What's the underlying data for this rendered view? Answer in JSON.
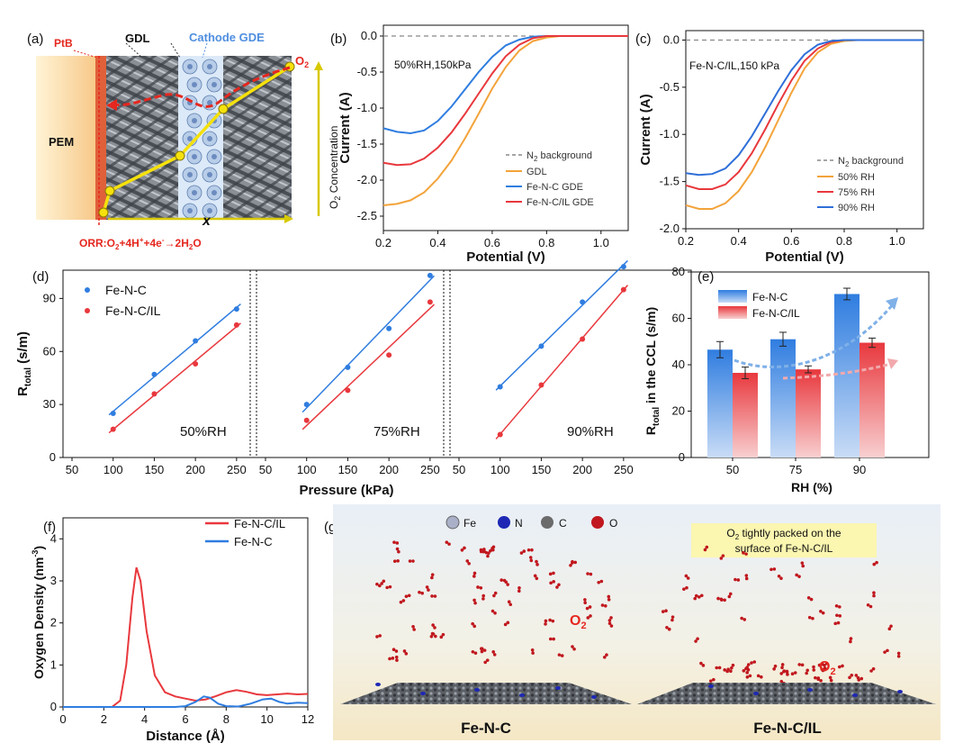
{
  "panels": {
    "a": {
      "letter": "(a)",
      "labels": {
        "ptb": "PtB",
        "gdl": "GDL",
        "cathode": "Cathode GDE",
        "pem": "PEM",
        "o2": "O",
        "o2_sub": "2",
        "x": "x",
        "conc": "O",
        "conc_sub": "2",
        "conc_rest": " Concentration",
        "orr": "ORR:O",
        "orr_1": "2",
        "orr_2": "+4H",
        "orr_3": "+",
        "orr_4": "+4e",
        "orr_5": "-",
        "orr_6": "→2H",
        "orr_7": "2",
        "orr_8": "O"
      },
      "colors": {
        "red": "#e5271f",
        "yellow": "#f5e10c",
        "blue": "#4f8fe0"
      }
    },
    "b": {
      "letter": "(b)",
      "annotation": "50%RH,150kPa"
    },
    "c": {
      "letter": "(c)",
      "annotation": "Fe-N-C/IL,150 kPa"
    },
    "d": {
      "letter": "(d)"
    },
    "e": {
      "letter": "(e)"
    },
    "f": {
      "letter": "(f)"
    },
    "g": {
      "letter": "(g)",
      "atoms": [
        {
          "name": "Fe",
          "color": "#aab0c8"
        },
        {
          "name": "N",
          "color": "#1e28b4"
        },
        {
          "name": "C",
          "color": "#6b6b6b"
        },
        {
          "name": "O",
          "color": "#c0181e"
        }
      ],
      "o2_label": "O",
      "o2_sub": "2",
      "callout_line1_a": "O",
      "callout_line1_sub": "2",
      "callout_line1_b": " tightly packed on the",
      "callout_line2": "surface of Fe-N-C/IL",
      "left_caption": "Fe-N-C",
      "right_caption": "Fe-N-C/IL"
    }
  },
  "chart_data": [
    {
      "id": "b",
      "type": "line",
      "xlabel": "Potential (V)",
      "ylabel": "Current (A)",
      "xlim": [
        0.2,
        1.1
      ],
      "ylim": [
        -2.7,
        0.15
      ],
      "xticks": [
        "0.2",
        "0.4",
        "0.6",
        "0.8",
        "1.0"
      ],
      "yticks": [
        "0.0",
        "-0.5",
        "-1.0",
        "-1.5",
        "-2.0",
        "-2.5"
      ],
      "series": [
        {
          "name": "N₂ background",
          "color": "#888888",
          "dashed": true,
          "x": [
            0.2,
            1.1
          ],
          "y": [
            0.0,
            0.0
          ]
        },
        {
          "name": "GDL",
          "color": "#f3a33a",
          "x": [
            0.2,
            0.25,
            0.3,
            0.35,
            0.4,
            0.45,
            0.5,
            0.55,
            0.6,
            0.65,
            0.7,
            0.75,
            0.8,
            0.85,
            0.9,
            1.0,
            1.1
          ],
          "y": [
            -2.35,
            -2.33,
            -2.28,
            -2.17,
            -1.98,
            -1.73,
            -1.42,
            -1.08,
            -0.73,
            -0.43,
            -0.2,
            -0.07,
            -0.02,
            0,
            0,
            0,
            0
          ]
        },
        {
          "name": "Fe-N-C GDE",
          "color": "#2f7de0",
          "x": [
            0.2,
            0.25,
            0.3,
            0.35,
            0.4,
            0.45,
            0.5,
            0.55,
            0.6,
            0.65,
            0.7,
            0.75,
            0.8,
            0.85,
            0.9,
            1.0,
            1.1
          ],
          "y": [
            -1.28,
            -1.33,
            -1.35,
            -1.31,
            -1.18,
            -0.98,
            -0.74,
            -0.5,
            -0.29,
            -0.13,
            -0.05,
            -0.01,
            0,
            0,
            0,
            0,
            0
          ]
        },
        {
          "name": "Fe-N-C/IL GDE",
          "color": "#e8383d",
          "x": [
            0.2,
            0.25,
            0.3,
            0.35,
            0.4,
            0.45,
            0.5,
            0.55,
            0.6,
            0.65,
            0.7,
            0.75,
            0.8,
            0.85,
            0.9,
            1.0,
            1.1
          ],
          "y": [
            -1.76,
            -1.79,
            -1.78,
            -1.7,
            -1.55,
            -1.34,
            -1.08,
            -0.8,
            -0.52,
            -0.28,
            -0.12,
            -0.03,
            0,
            0,
            0,
            0,
            0
          ]
        }
      ]
    },
    {
      "id": "c",
      "type": "line",
      "xlabel": "Potential (V)",
      "ylabel": "Current (A)",
      "xlim": [
        0.2,
        1.1
      ],
      "ylim": [
        -2.0,
        0.1
      ],
      "xticks": [
        "0.2",
        "0.4",
        "0.6",
        "0.8",
        "1.0"
      ],
      "yticks": [
        "0.0",
        "-0.5",
        "-1.0",
        "-1.5",
        "-2.0"
      ],
      "series": [
        {
          "name": "N₂ background",
          "color": "#888888",
          "dashed": true,
          "x": [
            0.2,
            1.1
          ],
          "y": [
            0.0,
            0.0
          ]
        },
        {
          "name": "50% RH",
          "color": "#f3a33a",
          "x": [
            0.2,
            0.25,
            0.3,
            0.35,
            0.4,
            0.45,
            0.5,
            0.55,
            0.6,
            0.65,
            0.7,
            0.75,
            0.8,
            0.85,
            0.9,
            1.0,
            1.1
          ],
          "y": [
            -1.75,
            -1.79,
            -1.79,
            -1.73,
            -1.6,
            -1.4,
            -1.14,
            -0.85,
            -0.56,
            -0.3,
            -0.13,
            -0.04,
            -0.01,
            0,
            0,
            0,
            0
          ]
        },
        {
          "name": "75% RH",
          "color": "#e8383d",
          "x": [
            0.2,
            0.25,
            0.3,
            0.35,
            0.4,
            0.45,
            0.5,
            0.55,
            0.6,
            0.65,
            0.7,
            0.75,
            0.8,
            0.85,
            0.9,
            1.0,
            1.1
          ],
          "y": [
            -1.54,
            -1.58,
            -1.58,
            -1.53,
            -1.4,
            -1.2,
            -0.95,
            -0.68,
            -0.43,
            -0.22,
            -0.09,
            -0.02,
            0,
            0,
            0,
            0,
            0
          ]
        },
        {
          "name": "90% RH",
          "color": "#2f6fd8",
          "x": [
            0.2,
            0.25,
            0.3,
            0.35,
            0.4,
            0.45,
            0.5,
            0.55,
            0.6,
            0.65,
            0.7,
            0.75,
            0.8,
            0.85,
            0.9,
            1.0,
            1.1
          ],
          "y": [
            -1.41,
            -1.43,
            -1.42,
            -1.36,
            -1.22,
            -1.02,
            -0.78,
            -0.54,
            -0.32,
            -0.15,
            -0.05,
            -0.01,
            0,
            0,
            0,
            0,
            0
          ]
        }
      ]
    },
    {
      "id": "d",
      "type": "scatter",
      "xlabel": "Pressure (kPa)",
      "ylabel": "R",
      "ylabel_sub": "total",
      "ylabel_rest": " (s/m)",
      "xlim": [
        50,
        260
      ],
      "ylim": [
        0,
        106
      ],
      "xticks": [
        "50",
        "100",
        "150",
        "200",
        "250"
      ],
      "yticks": [
        "0",
        "30",
        "60",
        "90"
      ],
      "legend": [
        "Fe-N-C",
        "Fe-N-C/IL"
      ],
      "colors": [
        "#2f7de0",
        "#e8383d"
      ],
      "groups": [
        {
          "label": "50%RH",
          "x": [
            100,
            150,
            200,
            250
          ],
          "fe_n_c": [
            25,
            47,
            66,
            84
          ],
          "fe_n_c_il": [
            16,
            36,
            53,
            75
          ]
        },
        {
          "label": "75%RH",
          "x": [
            100,
            150,
            200,
            250
          ],
          "fe_n_c": [
            30,
            51,
            73,
            103
          ],
          "fe_n_c_il": [
            21,
            38,
            58,
            88
          ]
        },
        {
          "label": "90%RH",
          "x": [
            100,
            150,
            200,
            250
          ],
          "fe_n_c": [
            40,
            63,
            88,
            108
          ],
          "fe_n_c_il": [
            13,
            41,
            67,
            95
          ]
        }
      ]
    },
    {
      "id": "e",
      "type": "bar",
      "xlabel": "RH (%)",
      "ylabel": "R",
      "ylabel_sub": "total",
      "ylabel_rest": " in the CCL (s/m)",
      "categories": [
        "50",
        "75",
        "90"
      ],
      "ylim": [
        0,
        80
      ],
      "yticks": [
        "0",
        "20",
        "40",
        "60",
        "80"
      ],
      "series": [
        {
          "name": "Fe-N-C",
          "color": "#3a86e6",
          "values": [
            46.5,
            51,
            70.5
          ],
          "errors": [
            3.5,
            3,
            2.5
          ]
        },
        {
          "name": "Fe-N-C/IL",
          "color": "#e8404a",
          "values": [
            36.5,
            38,
            49.5
          ],
          "errors": [
            2.5,
            1.5,
            2
          ]
        }
      ]
    },
    {
      "id": "f",
      "type": "line",
      "xlabel": "Distance (Å)",
      "ylabel": "Oxygen Density (nm",
      "ylabel_sup": "-3",
      "ylabel_end": ")",
      "xlim": [
        0,
        12
      ],
      "ylim": [
        0,
        4.5
      ],
      "xticks": [
        "0",
        "2",
        "4",
        "6",
        "8",
        "10",
        "12"
      ],
      "yticks": [
        "0",
        "1",
        "2",
        "3",
        "4"
      ],
      "series": [
        {
          "name": "Fe-N-C/IL",
          "color": "#e8383d",
          "x": [
            0,
            2.4,
            2.8,
            3.1,
            3.4,
            3.6,
            3.8,
            4.1,
            4.5,
            5.0,
            5.5,
            6.0,
            6.5,
            7.0,
            7.5,
            8.0,
            8.5,
            9.0,
            9.5,
            10,
            10.5,
            11,
            11.5,
            12
          ],
          "y": [
            0,
            0,
            0.15,
            1.0,
            2.6,
            3.32,
            3.0,
            1.8,
            0.75,
            0.35,
            0.25,
            0.2,
            0.15,
            0.18,
            0.26,
            0.35,
            0.4,
            0.36,
            0.3,
            0.28,
            0.3,
            0.32,
            0.3,
            0.31
          ]
        },
        {
          "name": "Fe-N-C",
          "color": "#2f7de0",
          "x": [
            0,
            5.5,
            6.0,
            6.5,
            6.9,
            7.2,
            7.6,
            8.0,
            8.6,
            9.2,
            9.8,
            10.2,
            10.6,
            11,
            11.5,
            12
          ],
          "y": [
            0,
            0,
            0.02,
            0.12,
            0.25,
            0.22,
            0.08,
            0.02,
            0.01,
            0.08,
            0.18,
            0.2,
            0.12,
            0.08,
            0.1,
            0.09
          ]
        }
      ]
    }
  ]
}
